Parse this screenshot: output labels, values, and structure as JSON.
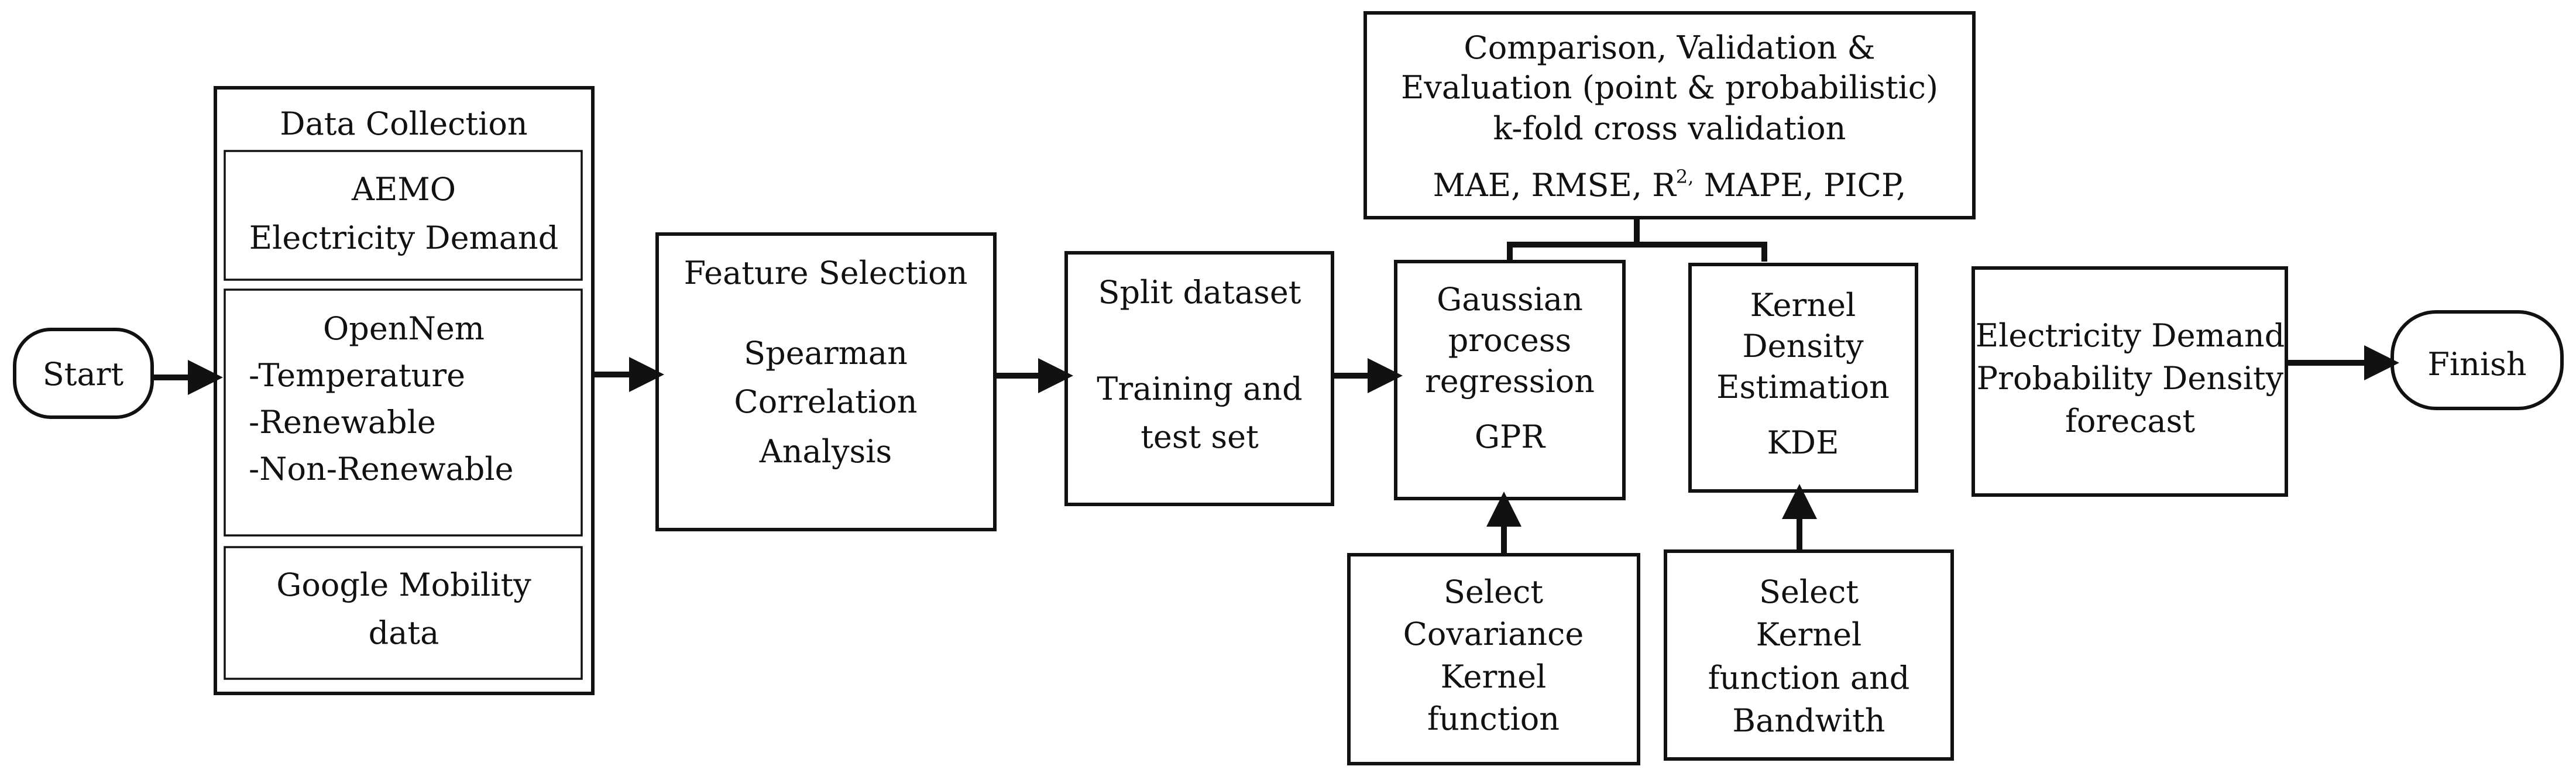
{
  "start": {
    "label": "Start"
  },
  "data_collection": {
    "title": "Data Collection",
    "aemo": [
      "AEMO",
      "Electricity Demand"
    ],
    "opennem": [
      "OpenNem",
      "-Temperature",
      "-Renewable",
      "-Non-Renewable"
    ],
    "google": [
      "Google Mobility",
      "data"
    ]
  },
  "feature_selection": {
    "title": "Feature Selection",
    "body": [
      "Spearman",
      "Correlation",
      "Analysis"
    ]
  },
  "split": {
    "title": "Split dataset",
    "body": [
      "Training and",
      "test set"
    ]
  },
  "gpr": [
    "Gaussian",
    "process",
    "regression",
    "GPR"
  ],
  "kde": [
    "Kernel",
    "Density",
    "Estimation",
    "KDE"
  ],
  "evaluation": {
    "lines": [
      "Comparison, Validation &",
      "Evaluation (point & probabilistic)",
      "k-fold cross validation"
    ],
    "metrics_pre": "MAE, RMSE, R",
    "metrics_sup": "2,",
    "metrics_post": " MAPE, PICP,"
  },
  "select_cov": [
    "Select",
    "Covariance",
    "Kernel",
    "function"
  ],
  "select_kde": [
    "Select",
    "Kernel",
    "function and",
    "Bandwith"
  ],
  "forecast": [
    "Electricity Demand",
    "Probability Density",
    "forecast"
  ],
  "finish": {
    "label": "Finish"
  }
}
